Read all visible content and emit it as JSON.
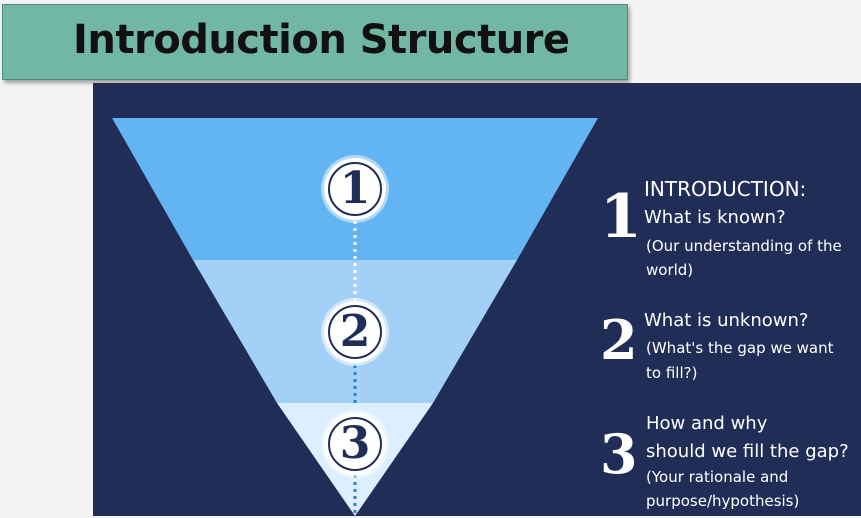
{
  "title": "Introduction Structure",
  "levels": [
    {
      "number": "1",
      "heading": "INTRODUCTION:",
      "question": "What is known?",
      "detail_line1": "(Our understanding of the",
      "detail_line2": "world)"
    },
    {
      "number": "2",
      "question": "What is unknown?",
      "detail_line1": "(What's the gap we want",
      "detail_line2": "to fill?)"
    },
    {
      "number": "3",
      "question_line1": "How and why",
      "question_line2": "should we fill the gap?",
      "detail_line1": "(Your rationale and",
      "detail_line2": "purpose/hypothesis)"
    }
  ],
  "colors": {
    "title_bg": "#72b7a6",
    "panel_bg": "#1f2d57",
    "tier1": "#62b4f2",
    "tier2": "#a3d0f6",
    "tier3": "#dcefff"
  }
}
